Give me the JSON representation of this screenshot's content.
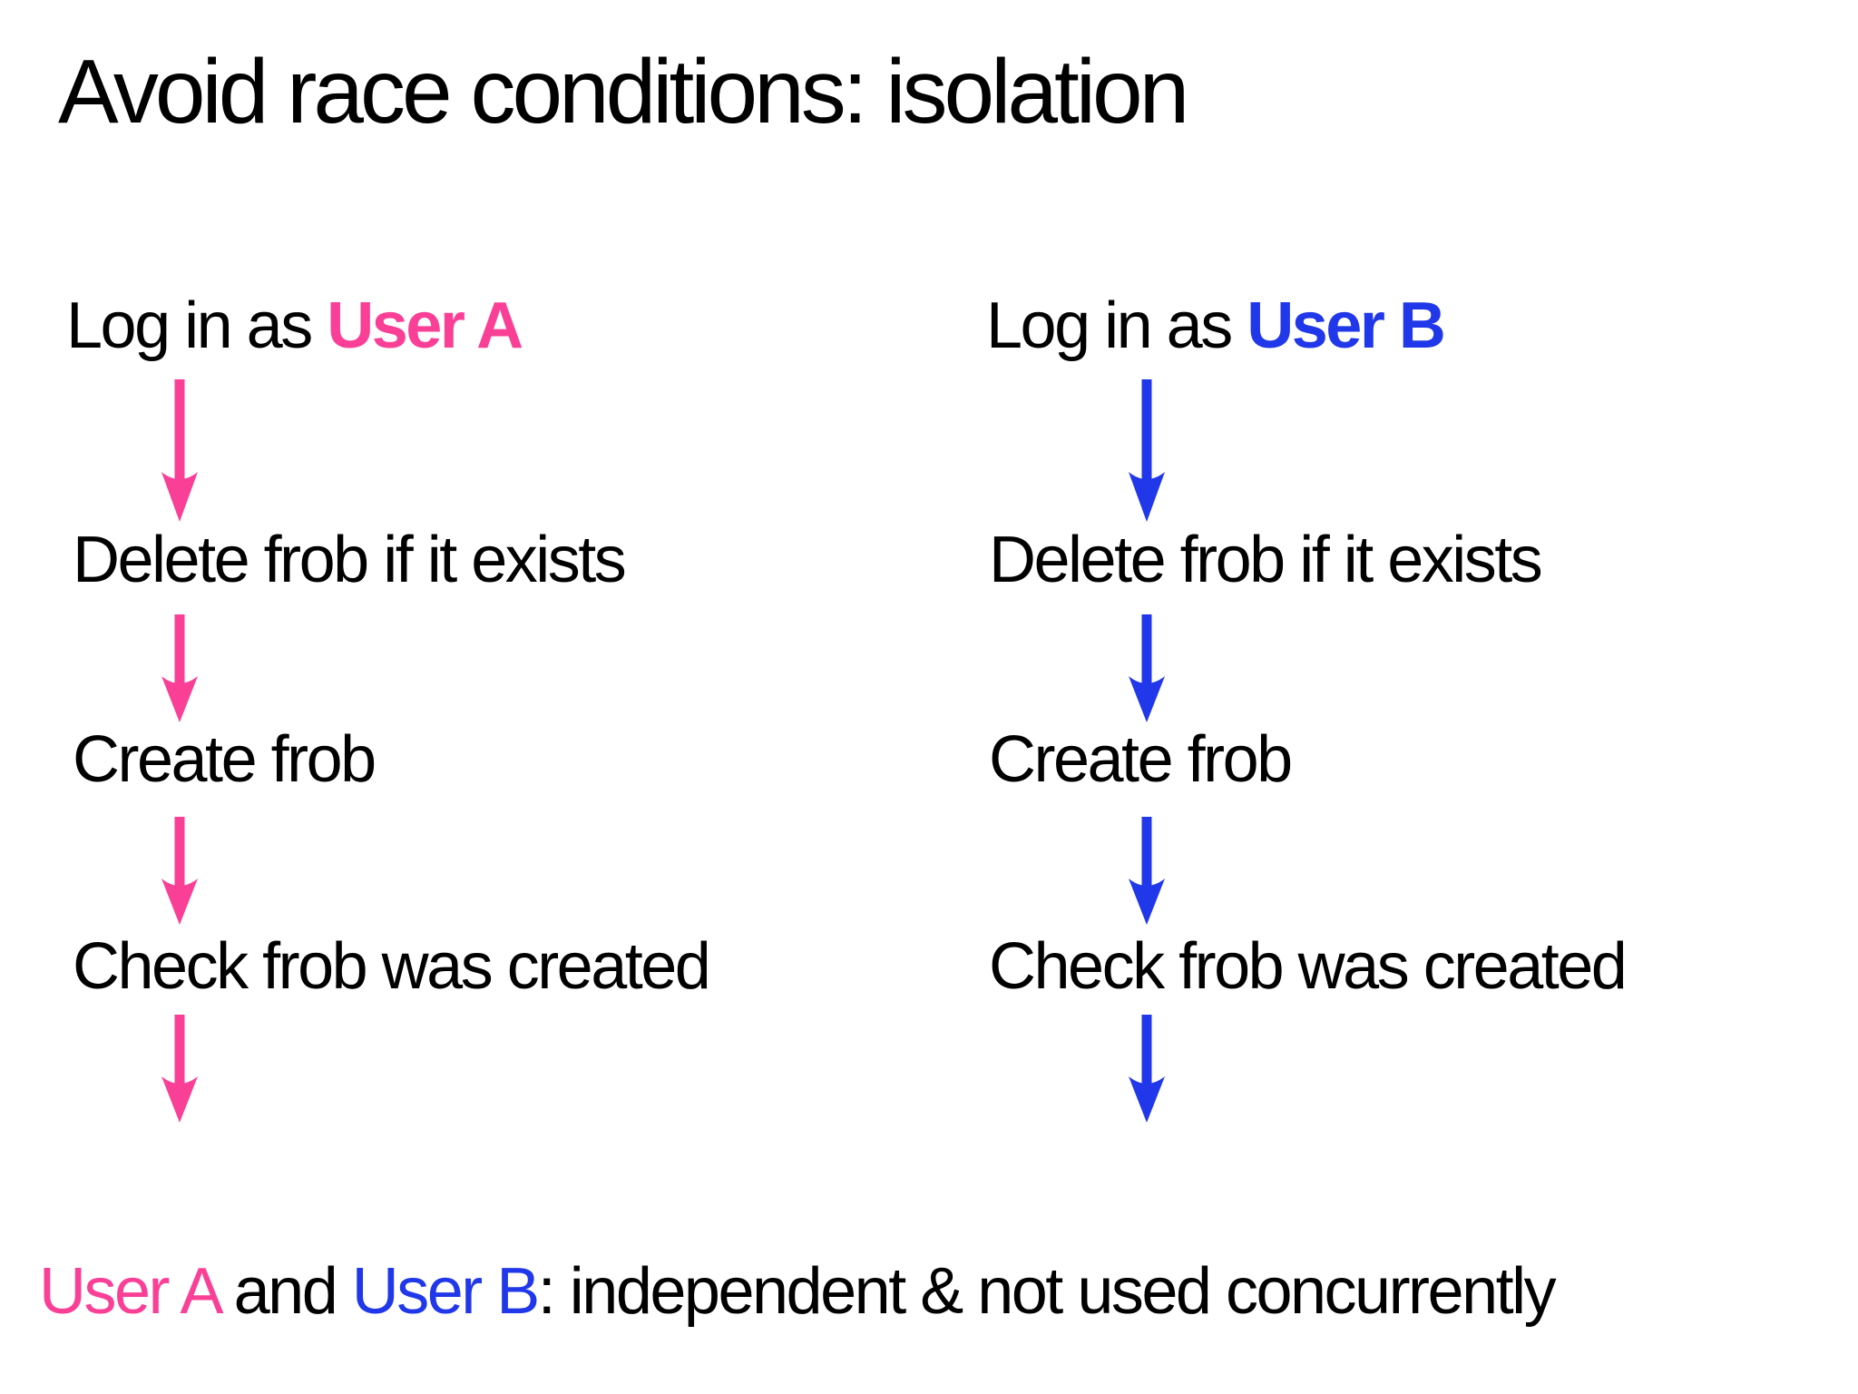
{
  "title": "Avoid race conditions: isolation",
  "columns": [
    {
      "id": "user-a",
      "login_prefix": "Log in as ",
      "user_label": "User A",
      "steps": [
        "Delete frob if it exists",
        "Create frob",
        "Check frob was created"
      ]
    },
    {
      "id": "user-b",
      "login_prefix": "Log in as ",
      "user_label": "User B",
      "steps": [
        "Delete frob if it exists",
        "Create frob",
        "Check frob was created"
      ]
    }
  ],
  "footer": {
    "user_a": "User A",
    "and_text": " and ",
    "user_b": "User B",
    "rest": ": independent & not used concurrently"
  },
  "icons": {
    "flow_arrow": "down-arrow"
  },
  "colors": {
    "user_a": "#fa3f97",
    "user_b": "#2038e9",
    "text": "#000000",
    "background": "#ffffff"
  }
}
